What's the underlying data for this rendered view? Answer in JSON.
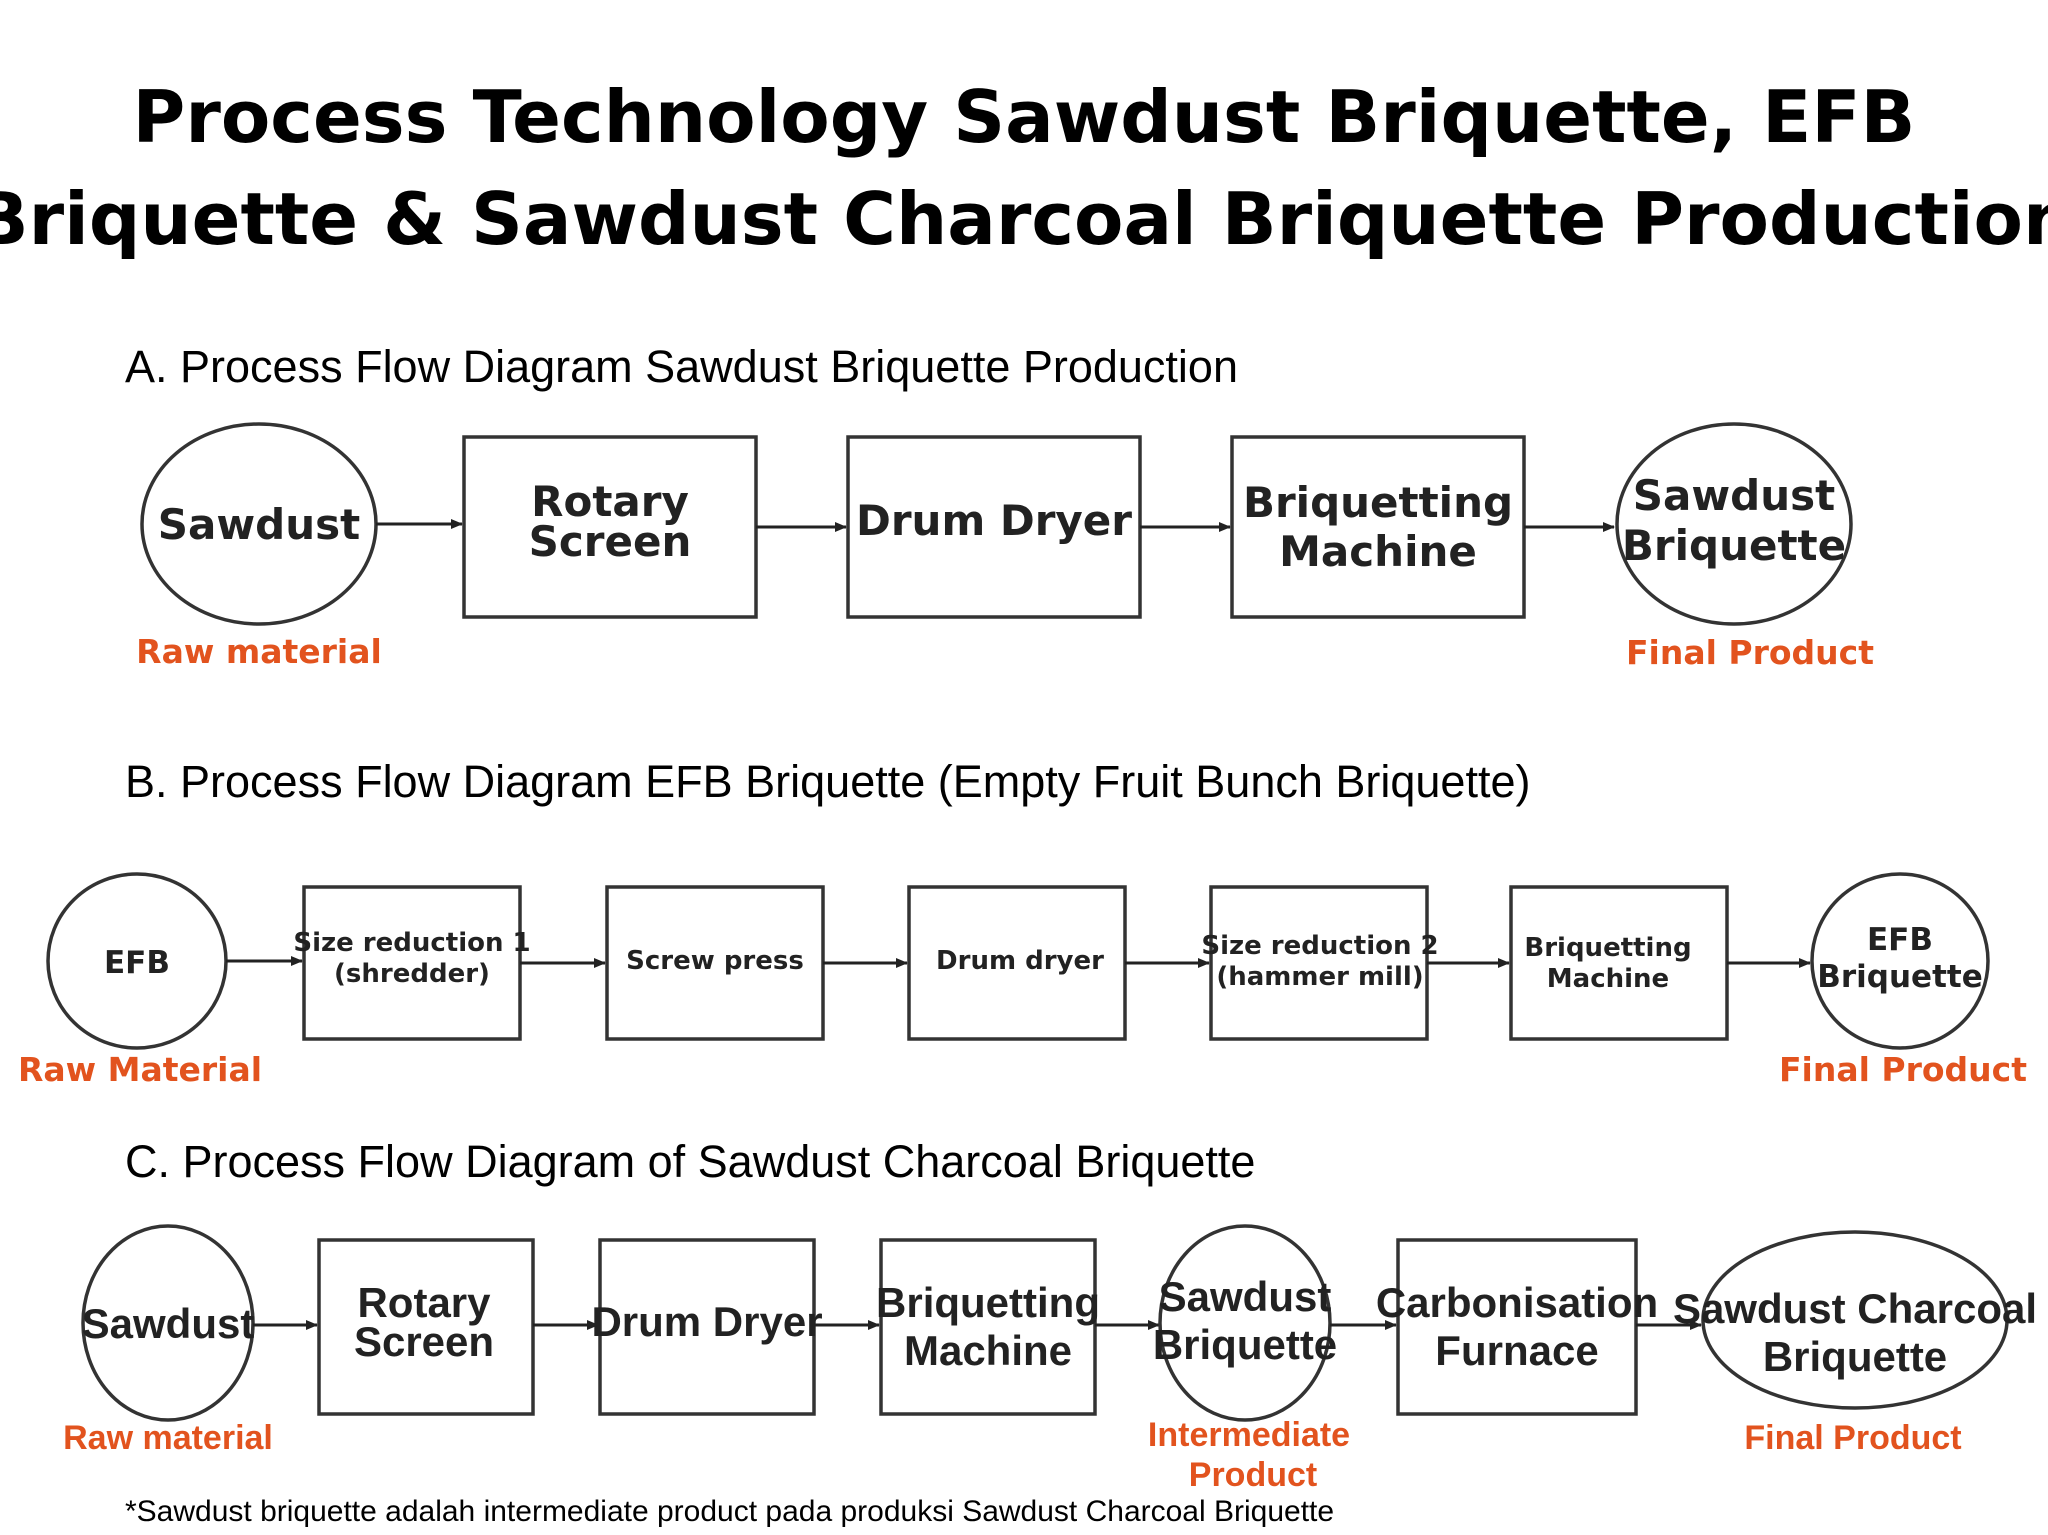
{
  "title": {
    "line1": "Process Technology Sawdust Briquette, EFB",
    "line2": "Briquette & Sawdust Charcoal Briquette Production"
  },
  "sections": {
    "a": {
      "heading": "A. Process Flow Diagram Sawdust Briquette Production",
      "nodes": [
        {
          "lines": [
            "Sawdust"
          ]
        },
        {
          "lines": [
            "Rotary",
            "Screen"
          ]
        },
        {
          "lines": [
            "Drum Dryer"
          ]
        },
        {
          "lines": [
            "Briquetting",
            "Machine"
          ]
        },
        {
          "lines": [
            "Sawdust",
            "Briquette"
          ]
        }
      ],
      "tags": {
        "start": "Raw material",
        "end": "Final Product"
      }
    },
    "b": {
      "heading": "B. Process Flow Diagram EFB Briquette (Empty Fruit Bunch Briquette)",
      "nodes": [
        {
          "lines": [
            "EFB"
          ]
        },
        {
          "lines": [
            "Size reduction 1",
            "(shredder)"
          ]
        },
        {
          "lines": [
            "Screw press"
          ]
        },
        {
          "lines": [
            "Drum dryer"
          ]
        },
        {
          "lines": [
            "Size reduction 2",
            "(hammer mill)"
          ]
        },
        {
          "lines": [
            "Briquetting",
            "Machine"
          ]
        },
        {
          "lines": [
            "EFB",
            "Briquette"
          ]
        }
      ],
      "tags": {
        "start": "Raw Material",
        "end": "Final Product"
      }
    },
    "c": {
      "heading": "C. Process Flow Diagram of Sawdust Charcoal Briquette",
      "nodes": [
        {
          "lines": [
            "Sawdust"
          ]
        },
        {
          "lines": [
            "Rotary",
            "Screen"
          ]
        },
        {
          "lines": [
            "Drum Dryer"
          ]
        },
        {
          "lines": [
            "Briquetting",
            "Machine"
          ]
        },
        {
          "lines": [
            "Sawdust",
            "Briquette"
          ]
        },
        {
          "lines": [
            "Carbonisation",
            "Furnace"
          ]
        },
        {
          "lines": [
            "Sawdust Charcoal",
            "Briquette"
          ]
        }
      ],
      "tags": {
        "start": "Raw material",
        "intermediate": [
          "Intermediate",
          "Product"
        ],
        "end": "Final Product"
      }
    }
  },
  "footnote": "*Sawdust briquette adalah intermediate product pada produksi Sawdust Charcoal Briquette"
}
